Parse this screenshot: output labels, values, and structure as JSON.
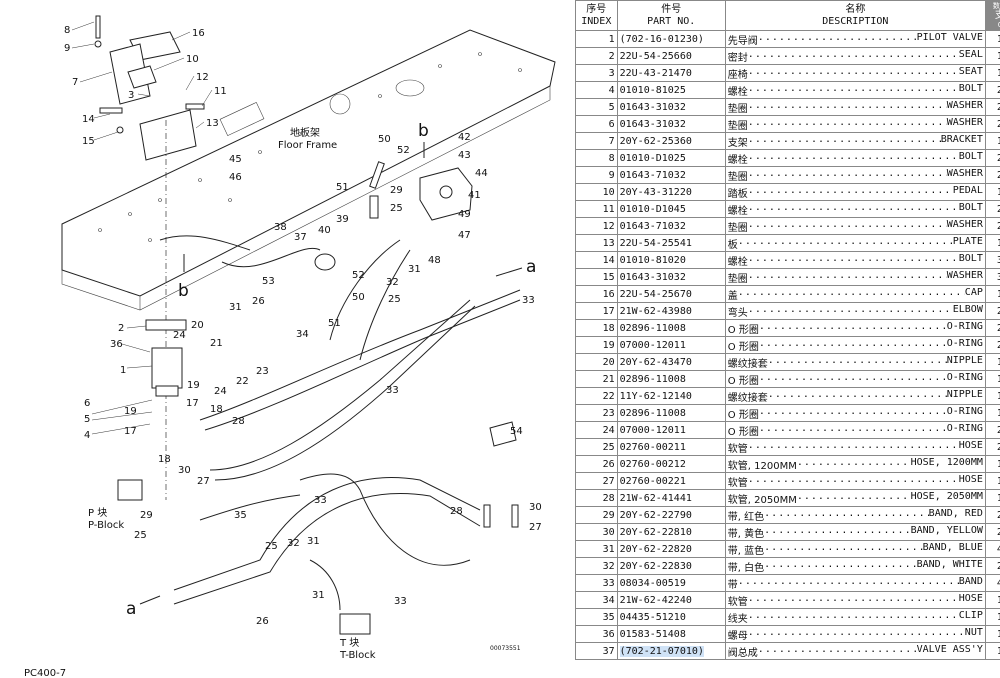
{
  "diagram": {
    "floor_frame_cn": "地板架",
    "floor_frame_en": "Floor Frame",
    "p_block_cn": "P 块",
    "p_block_en": "P-Block",
    "t_block_cn": "T 块",
    "t_block_en": "T-Block",
    "ref_a": "a",
    "ref_b": "b",
    "drawing_no": "00073551",
    "model_label": "PC400-7",
    "callouts": [
      {
        "id": "c-8",
        "label": "8"
      },
      {
        "id": "c-9",
        "label": "9"
      },
      {
        "id": "c-16",
        "label": "16"
      },
      {
        "id": "c-10",
        "label": "10"
      },
      {
        "id": "c-7",
        "label": "7"
      },
      {
        "id": "c-12",
        "label": "12"
      },
      {
        "id": "c-3",
        "label": "3"
      },
      {
        "id": "c-11",
        "label": "11"
      },
      {
        "id": "c-14",
        "label": "14"
      },
      {
        "id": "c-13",
        "label": "13"
      },
      {
        "id": "c-15",
        "label": "15"
      },
      {
        "id": "c-45",
        "label": "45"
      },
      {
        "id": "c-46",
        "label": "46"
      },
      {
        "id": "c-50a",
        "label": "50"
      },
      {
        "id": "c-52a",
        "label": "52"
      },
      {
        "id": "c-42",
        "label": "42"
      },
      {
        "id": "c-43",
        "label": "43"
      },
      {
        "id": "c-44",
        "label": "44"
      },
      {
        "id": "c-51a",
        "label": "51"
      },
      {
        "id": "c-29a",
        "label": "29"
      },
      {
        "id": "c-41",
        "label": "41"
      },
      {
        "id": "c-25a",
        "label": "25"
      },
      {
        "id": "c-49",
        "label": "49"
      },
      {
        "id": "c-39",
        "label": "39"
      },
      {
        "id": "c-38",
        "label": "38"
      },
      {
        "id": "c-37",
        "label": "37"
      },
      {
        "id": "c-40",
        "label": "40"
      },
      {
        "id": "c-47",
        "label": "47"
      },
      {
        "id": "c-48",
        "label": "48"
      },
      {
        "id": "c-31a",
        "label": "31"
      },
      {
        "id": "c-32a",
        "label": "32"
      },
      {
        "id": "c-53",
        "label": "53"
      },
      {
        "id": "c-52b",
        "label": "52"
      },
      {
        "id": "c-50b",
        "label": "50"
      },
      {
        "id": "c-25b",
        "label": "25"
      },
      {
        "id": "c-33a",
        "label": "33"
      },
      {
        "id": "c-2",
        "label": "2"
      },
      {
        "id": "c-36",
        "label": "36"
      },
      {
        "id": "c-24a",
        "label": "24"
      },
      {
        "id": "c-21",
        "label": "21"
      },
      {
        "id": "c-31b",
        "label": "31"
      },
      {
        "id": "c-26a",
        "label": "26"
      },
      {
        "id": "c-20",
        "label": "20"
      },
      {
        "id": "c-34",
        "label": "34"
      },
      {
        "id": "c-51b",
        "label": "51"
      },
      {
        "id": "c-1",
        "label": "1"
      },
      {
        "id": "c-22",
        "label": "22"
      },
      {
        "id": "c-23",
        "label": "23"
      },
      {
        "id": "c-24b",
        "label": "24"
      },
      {
        "id": "c-19a",
        "label": "19"
      },
      {
        "id": "c-33b",
        "label": "33"
      },
      {
        "id": "c-6",
        "label": "6"
      },
      {
        "id": "c-19b",
        "label": "19"
      },
      {
        "id": "c-17a",
        "label": "17"
      },
      {
        "id": "c-18a",
        "label": "18"
      },
      {
        "id": "c-5",
        "label": "5"
      },
      {
        "id": "c-28a",
        "label": "28"
      },
      {
        "id": "c-4",
        "label": "4"
      },
      {
        "id": "c-17b",
        "label": "17"
      },
      {
        "id": "c-54",
        "label": "54"
      },
      {
        "id": "c-18b",
        "label": "18"
      },
      {
        "id": "c-30a",
        "label": "30"
      },
      {
        "id": "c-27a",
        "label": "27"
      },
      {
        "id": "c-35",
        "label": "35"
      },
      {
        "id": "c-33c",
        "label": "33"
      },
      {
        "id": "c-29b",
        "label": "29"
      },
      {
        "id": "c-25c",
        "label": "25"
      },
      {
        "id": "c-28b",
        "label": "28"
      },
      {
        "id": "c-30b",
        "label": "30"
      },
      {
        "id": "c-27b",
        "label": "27"
      },
      {
        "id": "c-25d",
        "label": "25"
      },
      {
        "id": "c-32b",
        "label": "32"
      },
      {
        "id": "c-31c",
        "label": "31"
      },
      {
        "id": "c-33d",
        "label": "33"
      },
      {
        "id": "c-31d",
        "label": "31"
      },
      {
        "id": "c-26b",
        "label": "26"
      }
    ]
  },
  "table": {
    "headers": {
      "index_cn": "序号",
      "index_en": "INDEX",
      "part_cn": "件号",
      "part_en": "PART NO.",
      "desc_cn": "名称",
      "desc_en": "DESCRIPTION",
      "qty_top": "数量",
      "qty_mid": "支",
      "qty_bot": "Q"
    },
    "rows": [
      {
        "index": "1",
        "part_no": "(702-16-01230)",
        "cn": "先导阀",
        "en": "PILOT VALVE",
        "qty": "1"
      },
      {
        "index": "2",
        "part_no": "22U-54-25660",
        "cn": "密封",
        "en": "SEAL",
        "qty": "1"
      },
      {
        "index": "3",
        "part_no": "22U-43-21470",
        "cn": "座椅",
        "en": "SEAT",
        "qty": "1"
      },
      {
        "index": "4",
        "part_no": "01010-81025",
        "cn": "螺栓",
        "en": "BOLT",
        "qty": "2"
      },
      {
        "index": "5",
        "part_no": "01643-31032",
        "cn": "垫圈",
        "en": "WASHER",
        "qty": "2"
      },
      {
        "index": "6",
        "part_no": "01643-31032",
        "cn": "垫圈",
        "en": "WASHER",
        "qty": "2"
      },
      {
        "index": "7",
        "part_no": "20Y-62-25360",
        "cn": "支架",
        "en": "BRACKET",
        "qty": "1"
      },
      {
        "index": "8",
        "part_no": "01010-D1025",
        "cn": "螺栓",
        "en": "BOLT",
        "qty": "2"
      },
      {
        "index": "9",
        "part_no": "01643-71032",
        "cn": "垫圈",
        "en": "WASHER",
        "qty": "2"
      },
      {
        "index": "10",
        "part_no": "20Y-43-31220",
        "cn": "踏板",
        "en": "PEDAL",
        "qty": "1"
      },
      {
        "index": "11",
        "part_no": "01010-D1045",
        "cn": "螺栓",
        "en": "BOLT",
        "qty": "2"
      },
      {
        "index": "12",
        "part_no": "01643-71032",
        "cn": "垫圈",
        "en": "WASHER",
        "qty": "2"
      },
      {
        "index": "13",
        "part_no": "22U-54-25541",
        "cn": "板",
        "en": "PLATE",
        "qty": "1"
      },
      {
        "index": "14",
        "part_no": "01010-81020",
        "cn": "螺栓",
        "en": "BOLT",
        "qty": "3"
      },
      {
        "index": "15",
        "part_no": "01643-31032",
        "cn": "垫圈",
        "en": "WASHER",
        "qty": "3"
      },
      {
        "index": "16",
        "part_no": "22U-54-25670",
        "cn": "盖",
        "en": "CAP",
        "qty": "1"
      },
      {
        "index": "17",
        "part_no": "21W-62-43980",
        "cn": "弯头",
        "en": "ELBOW",
        "qty": "2"
      },
      {
        "index": "18",
        "part_no": "02896-11008",
        "cn": "O 形圈",
        "en": "O-RING",
        "qty": "2"
      },
      {
        "index": "19",
        "part_no": "07000-12011",
        "cn": "O 形圈",
        "en": "O-RING",
        "qty": "2"
      },
      {
        "index": "20",
        "part_no": "20Y-62-43470",
        "cn": "螺纹接套",
        "en": "NIPPLE",
        "qty": "1"
      },
      {
        "index": "21",
        "part_no": "02896-11008",
        "cn": "O 形圈",
        "en": "O-RING",
        "qty": "1"
      },
      {
        "index": "22",
        "part_no": "11Y-62-12140",
        "cn": "螺纹接套",
        "en": "NIPPLE",
        "qty": "1"
      },
      {
        "index": "23",
        "part_no": "02896-11008",
        "cn": "O 形圈",
        "en": "O-RING",
        "qty": "1"
      },
      {
        "index": "24",
        "part_no": "07000-12011",
        "cn": "O 形圈",
        "en": "O-RING",
        "qty": "2"
      },
      {
        "index": "25",
        "part_no": "02760-00211",
        "cn": "软管",
        "en": "HOSE",
        "qty": "2"
      },
      {
        "index": "26",
        "part_no": "02760-00212",
        "cn": "软管, 1200MM",
        "en": "HOSE, 1200MM",
        "qty": "1"
      },
      {
        "index": "27",
        "part_no": "02760-00221",
        "cn": "软管",
        "en": "HOSE",
        "qty": "1"
      },
      {
        "index": "28",
        "part_no": "21W-62-41441",
        "cn": "软管, 2050MM",
        "en": "HOSE, 2050MM",
        "qty": "1"
      },
      {
        "index": "29",
        "part_no": "20Y-62-22790",
        "cn": "带, 红色",
        "en": "BAND, RED",
        "qty": "2"
      },
      {
        "index": "30",
        "part_no": "20Y-62-22810",
        "cn": "带, 黄色",
        "en": "BAND, YELLOW",
        "qty": "2"
      },
      {
        "index": "31",
        "part_no": "20Y-62-22820",
        "cn": "带, 蓝色",
        "en": "BAND, BLUE",
        "qty": "4"
      },
      {
        "index": "32",
        "part_no": "20Y-62-22830",
        "cn": "带, 白色",
        "en": "BAND, WHITE",
        "qty": "2"
      },
      {
        "index": "33",
        "part_no": "08034-00519",
        "cn": "带",
        "en": "BAND",
        "qty": "4"
      },
      {
        "index": "34",
        "part_no": "21W-62-42240",
        "cn": "软管",
        "en": "HOSE",
        "qty": "1"
      },
      {
        "index": "35",
        "part_no": "04435-51210",
        "cn": "线夹",
        "en": "CLIP",
        "qty": "1"
      },
      {
        "index": "36",
        "part_no": "01583-51408",
        "cn": "螺母",
        "en": "NUT",
        "qty": "1"
      },
      {
        "index": "37",
        "part_no": "(702-21-07010)",
        "cn": "阀总成",
        "en": "VALVE ASS'Y",
        "qty": "1"
      }
    ],
    "highlight_row": "37"
  }
}
